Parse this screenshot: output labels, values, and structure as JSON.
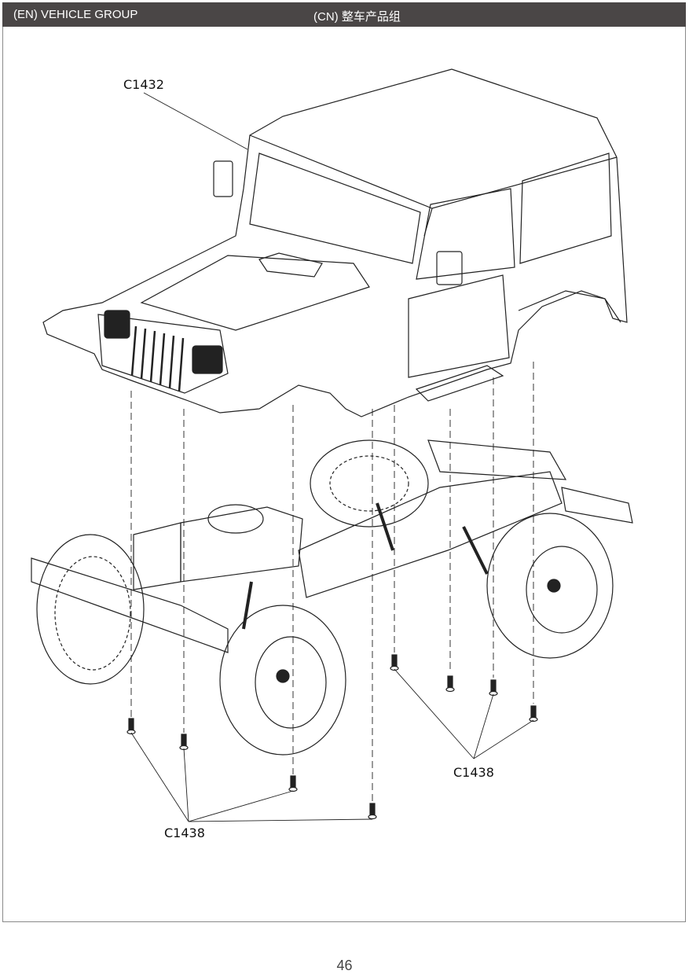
{
  "header": {
    "en_title": "(EN) VEHICLE GROUP",
    "cn_title": "(CN) 整车产品组"
  },
  "callouts": {
    "body_part": "C1432",
    "screws_left": "C1438",
    "screws_right": "C1438"
  },
  "page_number": "46"
}
